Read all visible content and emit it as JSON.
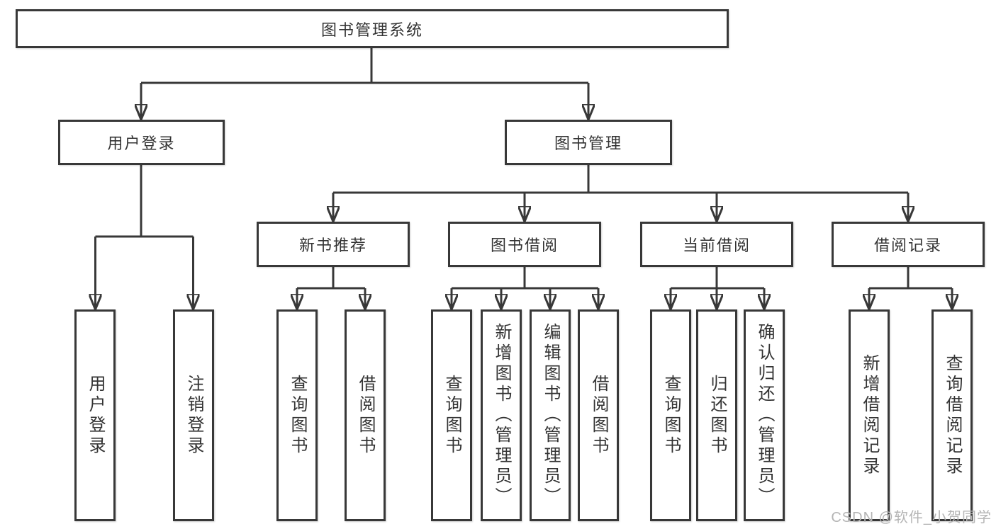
{
  "nodes": {
    "root": "图书管理系统",
    "user_login": "用户登录",
    "book_mgmt": "图书管理",
    "new_books": "新书推荐",
    "book_borrow": "图书借阅",
    "current_borrow": "当前借阅",
    "borrow_records": "借阅记录"
  },
  "leaves": {
    "ul_login": "用户登录",
    "ul_logout": "注销登录",
    "nb_query": "查询图书",
    "nb_borrow": "借阅图书",
    "bb_query": "查询图书",
    "bb_add": "新增图书（管理员）",
    "bb_edit": "编辑图书（管理员）",
    "bb_borrow": "借阅图书",
    "cb_query": "查询图书",
    "cb_return": "归还图书",
    "cb_confirm": "确认归还（管理员）",
    "br_add": "新增借阅记录",
    "br_query": "查询借阅记录"
  },
  "watermark": "CSDN @软件_小贺同学",
  "colors": {
    "line": "#383838",
    "text": "#333333",
    "watermark": "#b5b5b5",
    "background": "#ffffff"
  }
}
